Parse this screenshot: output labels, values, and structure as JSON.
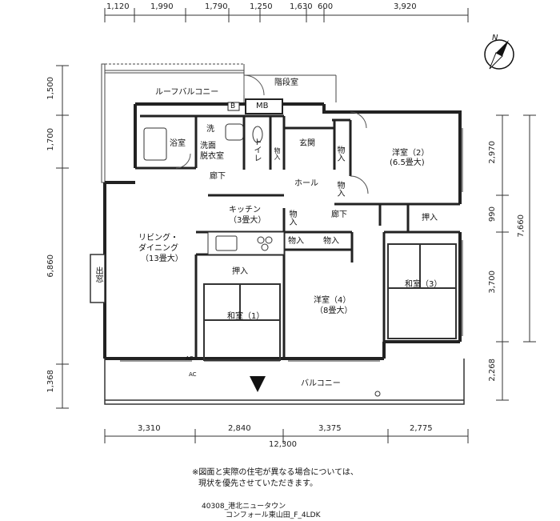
{
  "dims": {
    "top": [
      "1,120",
      "1,990",
      "1,790",
      "1,250",
      "1,630",
      "600",
      "3,920"
    ],
    "bottom": [
      "3,310",
      "2,840",
      "3,375",
      "2,775"
    ],
    "total_width": "12,300",
    "left": [
      "1,500",
      "1,700",
      "6,860",
      "1,368"
    ],
    "right": [
      "2,970",
      "990",
      "3,700",
      "2,268"
    ],
    "total_depth": "7,660"
  },
  "rooms": {
    "stair": "階段室",
    "roof_balcony": "ルーフバルコニー",
    "b": "B",
    "mb": "MB",
    "bath": "浴室",
    "wash": "洗",
    "washroom_1": "洗面",
    "washroom_2": "脱衣室",
    "toilet": "トイレ",
    "entrance": "玄関",
    "yoshitsu2_1": "洋室（2）",
    "yoshitsu2_2": "(6.5畳大)",
    "hall": "ホール",
    "corridor1": "廊下",
    "corridor2": "廊下",
    "kitchen_1": "キッチン",
    "kitchen_2": "（3畳大）",
    "living_1": "リビング・",
    "living_2": "ダイニング",
    "living_3": "（13畳大）",
    "washitsu1": "和室（1）",
    "yoshitsu4_1": "洋室（4）",
    "yoshitsu4_2": "（8畳大）",
    "washitsu3": "和室（3）",
    "balcony": "バルコニー",
    "mado": "出窓",
    "ac": "AC",
    "shuno": "物入",
    "oshiire": "押入"
  },
  "note": {
    "line1": "※図面と実際の住宅が異なる場合については、",
    "line2": "現状を優先させていただきます。"
  },
  "footer": {
    "line1": "40308_港北ニュータウン",
    "line2": "コンフォール東山田_F_4LDK"
  },
  "compass": {
    "label": "N"
  }
}
